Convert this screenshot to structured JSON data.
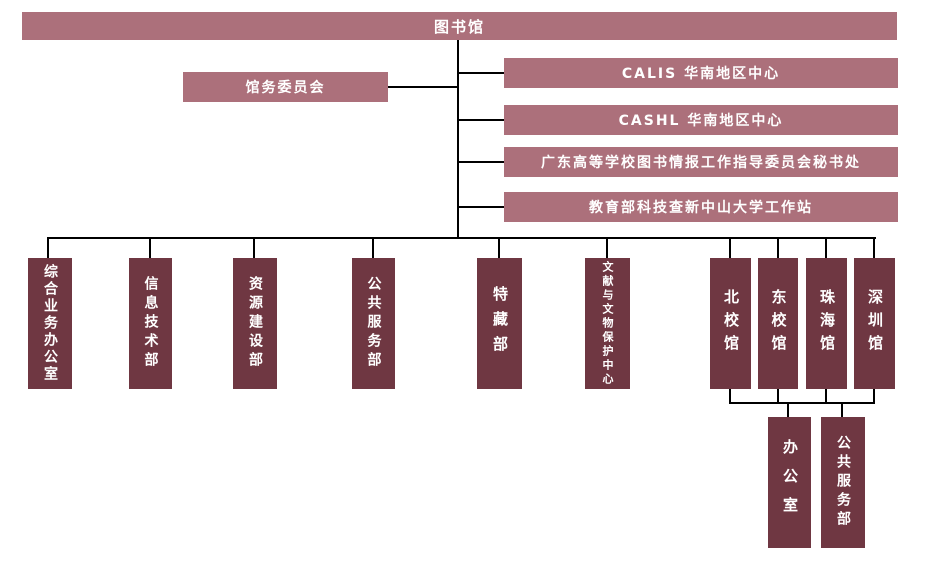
{
  "palette": {
    "node_light": "#ac707b",
    "node_dark": "#6f3742",
    "connector": "#000000",
    "text": "#ffffff",
    "background": "#ffffff"
  },
  "chart": {
    "root": {
      "label": "图书馆"
    },
    "committee": {
      "label": "馆务委员会"
    },
    "affiliated_centers": [
      {
        "label": "CALIS 华南地区中心"
      },
      {
        "label": "CASHL 华南地区中心"
      },
      {
        "label": "广东高等学校图书情报工作指导委员会秘书处"
      },
      {
        "label": "教育部科技查新中山大学工作站"
      }
    ],
    "departments": [
      {
        "label": "综合业务办公室"
      },
      {
        "label": "信息技术部"
      },
      {
        "label": "资源建设部"
      },
      {
        "label": "公共服务部"
      },
      {
        "label": "特藏部"
      },
      {
        "label": "文献与文物保护中心"
      },
      {
        "label": "北校馆"
      },
      {
        "label": "东校馆"
      },
      {
        "label": "珠海馆"
      },
      {
        "label": "深圳馆"
      }
    ],
    "campus_sub_departments": [
      {
        "label": "办公室"
      },
      {
        "label": "公共服务部"
      }
    ]
  }
}
